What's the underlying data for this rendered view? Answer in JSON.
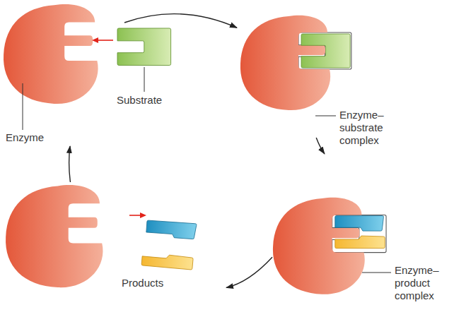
{
  "diagram": {
    "nodes": [
      {
        "text": [
          "Substrate",
          "Enzyme"
        ]
      },
      {
        "text": [
          "Enzyme–substrate complex"
        ]
      },
      {
        "text": [
          "Enzyme–product complex"
        ]
      },
      {
        "text": [
          "Products"
        ]
      }
    ],
    "edges": [
      {
        "from": 0,
        "to": 1,
        "arrow": "to"
      },
      {
        "from": 1,
        "to": 2,
        "arrow": "to"
      },
      {
        "from": 2,
        "to": 3,
        "arrow": "to"
      },
      {
        "from": 3,
        "to": 0,
        "arrow": "to"
      }
    ]
  }
}
